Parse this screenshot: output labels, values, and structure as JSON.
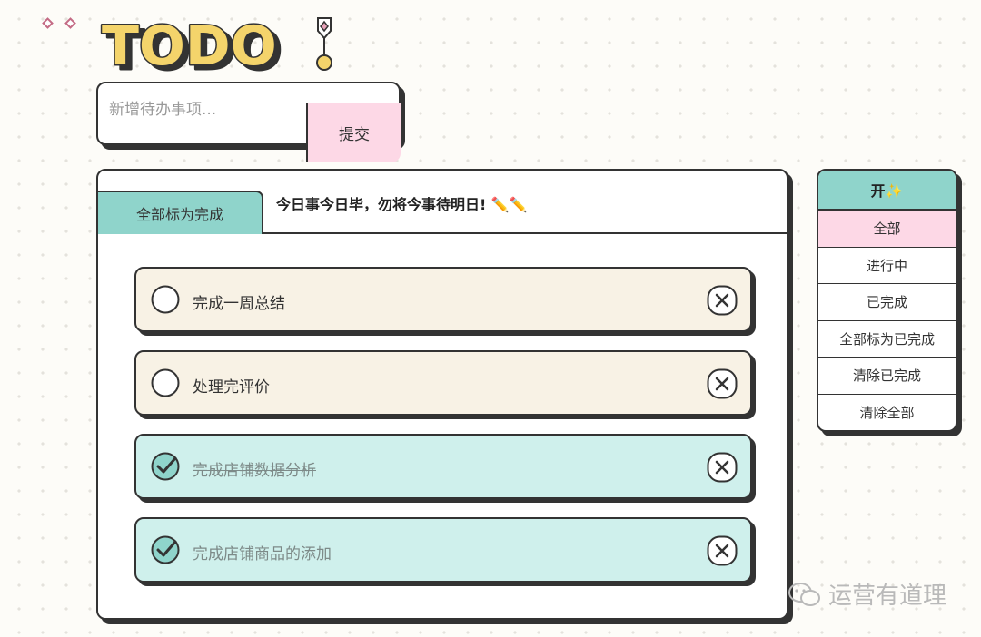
{
  "logo": {
    "text": "TODO"
  },
  "input": {
    "placeholder": "新增待办事项...",
    "value": ""
  },
  "submit_label": "提交",
  "panel": {
    "mark_all_label": "全部标为完成",
    "motto": "今日事今日毕，勿将今事待明日! ✏️✏️"
  },
  "todos": [
    {
      "text": "完成一周总结",
      "done": false
    },
    {
      "text": "处理完评价",
      "done": false
    },
    {
      "text": "完成店铺数据分析",
      "done": true
    },
    {
      "text": "完成店铺商品的添加",
      "done": true
    }
  ],
  "side_menu": {
    "title": "开✨",
    "items": [
      "全部",
      "进行中",
      "已完成",
      "全部标为已完成",
      "清除已完成",
      "清除全部"
    ],
    "active_index": 0
  },
  "watermark": "运营有道理",
  "colors": {
    "mint": "#8fd4cb",
    "pink": "#fdd8e6",
    "cream": "#f8f2e5",
    "done_bg": "#cff0ec",
    "outline": "#333333",
    "logo_yellow": "#f4d46b"
  }
}
